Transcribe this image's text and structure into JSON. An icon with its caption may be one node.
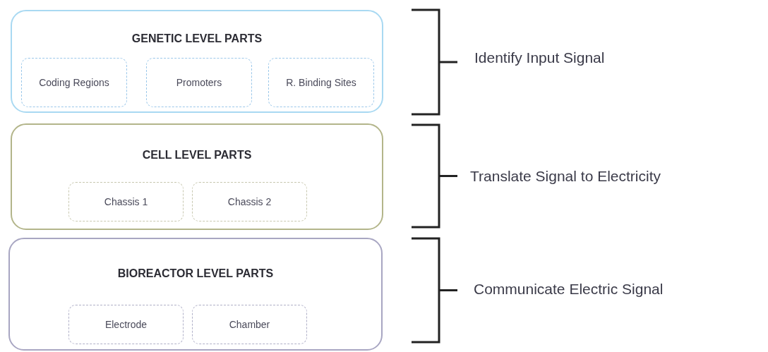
{
  "diagram": {
    "nodes": [
      {
        "text": [
          "GENETIC LEVEL PARTS"
        ]
      },
      {
        "text": [
          "Coding Regions"
        ],
        "in": 0
      },
      {
        "text": [
          "Promoters"
        ],
        "in": 0
      },
      {
        "text": [
          "R. Binding Sites"
        ],
        "in": 0
      },
      {
        "text": [
          "CELL LEVEL PARTS"
        ]
      },
      {
        "text": [
          "Chassis 1"
        ],
        "in": 4
      },
      {
        "text": [
          "Chassis 2"
        ],
        "in": 4
      },
      {
        "text": [
          "BIOREACTOR LEVEL PARTS"
        ]
      },
      {
        "text": [
          "Electrode"
        ],
        "in": 7
      },
      {
        "text": [
          "Chamber"
        ],
        "in": 7
      }
    ],
    "labels": [
      "Identify Input Signal",
      "Translate Signal to Electricity",
      "Communicate Electric Signal"
    ]
  }
}
